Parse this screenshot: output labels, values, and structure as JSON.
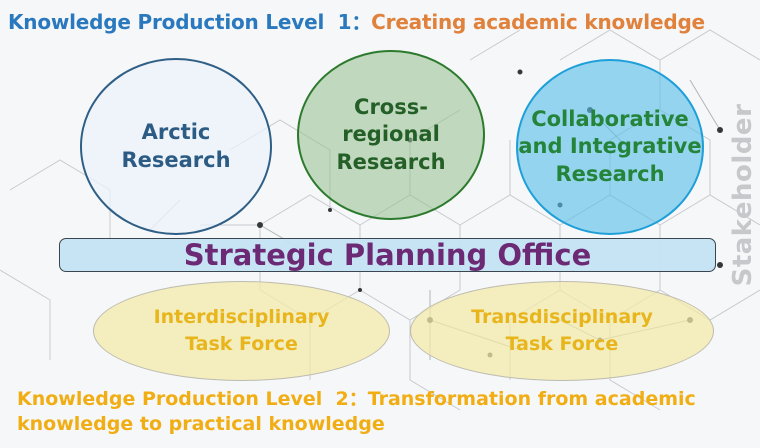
{
  "header": {
    "level_label": "Knowledge Production Level  1：",
    "level_subtitle": "Creating academic knowledge"
  },
  "circles": [
    {
      "lines": [
        "Arctic",
        "Research"
      ]
    },
    {
      "lines": [
        "Cross-",
        "regional",
        "Research"
      ]
    },
    {
      "lines": [
        "Collaborative",
        "and Integrative",
        "Research"
      ]
    }
  ],
  "office_bar": {
    "label": "Strategic Planning Office"
  },
  "task_forces": [
    {
      "lines": [
        "Interdisciplinary",
        "Task Force"
      ]
    },
    {
      "lines": [
        "Transdisciplinary",
        "Task Force"
      ]
    }
  ],
  "side_label": "Stakeholder",
  "footer": {
    "line1": "Knowledge Production Level  2：Transformation from academic",
    "line2": "knowledge to practical knowledge"
  },
  "colors": {
    "level1": "#2a79be",
    "level1_subtitle": "#e0813c",
    "level2": "#f1ae14",
    "office_text": "#6c2a75"
  }
}
